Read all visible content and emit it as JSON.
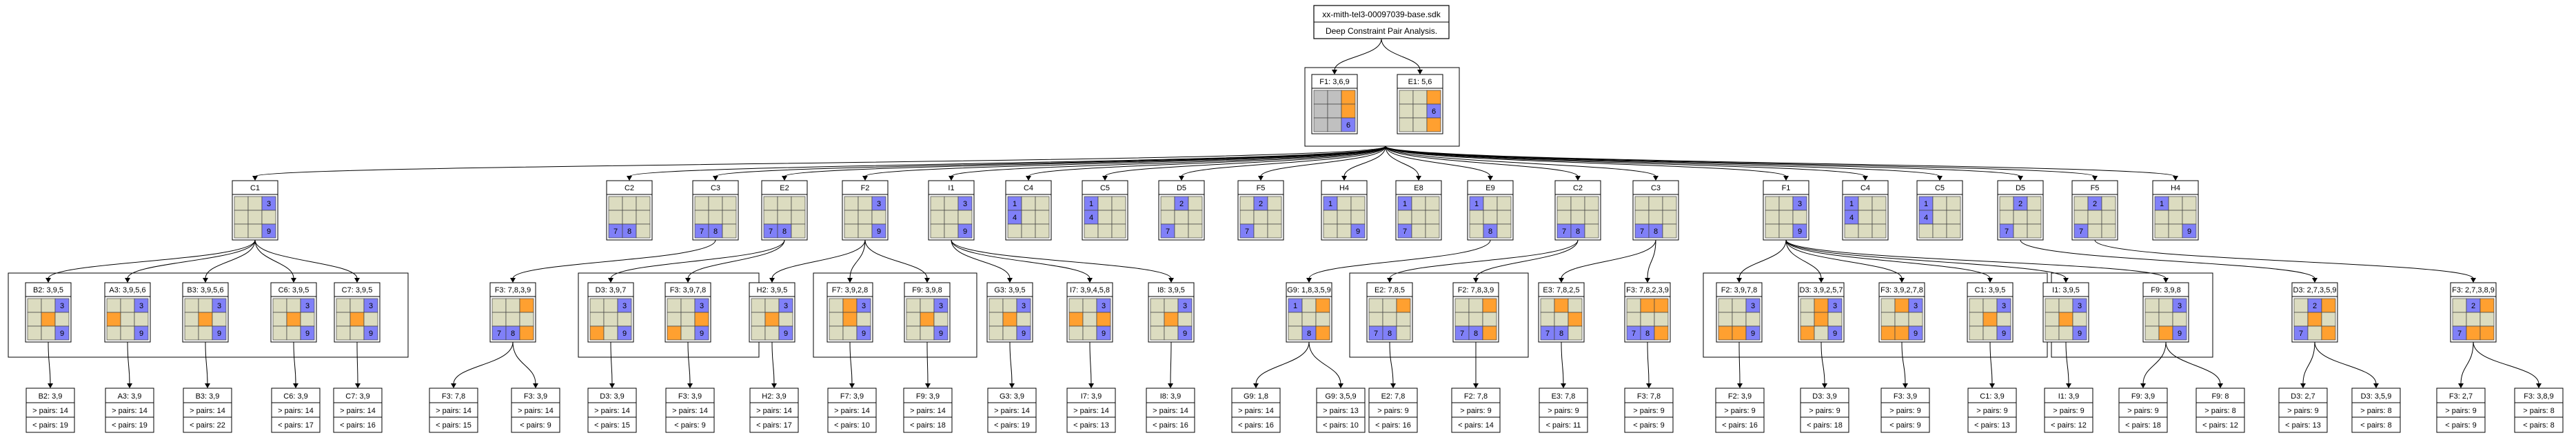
{
  "header": {
    "title": "xx-mith-tel3-00097039-base.sdk",
    "subtitle": "Deep Constraint Pair Analysis."
  },
  "colors": {
    "cell_blank": "#dcdcc0",
    "cell_blue": "#8080f8",
    "cell_orange": "#ffa030",
    "cell_gray": "#c0c0c0",
    "stroke": "#000000",
    "background": "#ffffff"
  },
  "root_grids": [
    {
      "id": "r1",
      "label": "F1: 3,6,9",
      "cells": [
        "g",
        "g",
        "o",
        "g",
        "g",
        "o",
        "g",
        "g",
        "b6"
      ]
    },
    {
      "id": "r2",
      "label": "E1: 5,6",
      "cells": [
        "n",
        "n",
        "o",
        "n",
        "n",
        "b6",
        "n",
        "n",
        "o"
      ]
    }
  ],
  "level1": [
    {
      "id": "a1",
      "label": "C1",
      "cells": [
        "n",
        "n",
        "b3",
        "n",
        "n",
        "n",
        "n",
        "n",
        "b9"
      ]
    },
    {
      "id": "a2",
      "label": "C2",
      "cells": [
        "n",
        "n",
        "n",
        "n",
        "n",
        "n",
        "b7",
        "b8",
        "n"
      ]
    },
    {
      "id": "a3",
      "label": "C3",
      "cells": [
        "n",
        "n",
        "n",
        "n",
        "n",
        "n",
        "b7",
        "b8",
        "n"
      ]
    },
    {
      "id": "a4",
      "label": "E2",
      "cells": [
        "n",
        "n",
        "n",
        "n",
        "n",
        "n",
        "b7",
        "b8",
        "n"
      ]
    },
    {
      "id": "a5",
      "label": "F2",
      "cells": [
        "n",
        "n",
        "b3",
        "n",
        "n",
        "n",
        "n",
        "n",
        "b9"
      ]
    },
    {
      "id": "a6",
      "label": "I1",
      "cells": [
        "n",
        "n",
        "b3",
        "n",
        "n",
        "n",
        "n",
        "n",
        "b9"
      ]
    },
    {
      "id": "a7",
      "label": "C4",
      "cells": [
        "b1",
        "n",
        "n",
        "b4",
        "n",
        "n",
        "n",
        "n",
        "n"
      ]
    },
    {
      "id": "a8",
      "label": "C5",
      "cells": [
        "b1",
        "n",
        "n",
        "b4",
        "n",
        "n",
        "n",
        "n",
        "n"
      ]
    },
    {
      "id": "a9",
      "label": "D5",
      "cells": [
        "n",
        "b2",
        "n",
        "n",
        "n",
        "n",
        "b7",
        "n",
        "n"
      ]
    },
    {
      "id": "a10",
      "label": "F5",
      "cells": [
        "n",
        "b2",
        "n",
        "n",
        "n",
        "n",
        "b7",
        "n",
        "n"
      ]
    },
    {
      "id": "a11",
      "label": "H4",
      "cells": [
        "b1",
        "n",
        "n",
        "n",
        "n",
        "n",
        "n",
        "n",
        "b9"
      ]
    },
    {
      "id": "a12",
      "label": "E8",
      "cells": [
        "b1",
        "n",
        "n",
        "n",
        "n",
        "n",
        "b7",
        "n",
        "n"
      ]
    },
    {
      "id": "a13",
      "label": "E9",
      "cells": [
        "b1",
        "n",
        "n",
        "n",
        "n",
        "n",
        "n",
        "b8",
        "n"
      ]
    },
    {
      "id": "a14",
      "label": "C2",
      "cells": [
        "n",
        "n",
        "n",
        "n",
        "n",
        "n",
        "b7",
        "b8",
        "n"
      ]
    },
    {
      "id": "a15",
      "label": "C3",
      "cells": [
        "n",
        "n",
        "n",
        "n",
        "n",
        "n",
        "b7",
        "b8",
        "n"
      ]
    },
    {
      "id": "a16",
      "label": "F1",
      "cells": [
        "n",
        "n",
        "b3",
        "n",
        "n",
        "n",
        "n",
        "n",
        "b9"
      ]
    },
    {
      "id": "a17",
      "label": "C4",
      "cells": [
        "b1",
        "n",
        "n",
        "b4",
        "n",
        "n",
        "n",
        "n",
        "n"
      ]
    },
    {
      "id": "a18",
      "label": "C5",
      "cells": [
        "b1",
        "n",
        "n",
        "b4",
        "n",
        "n",
        "n",
        "n",
        "n"
      ]
    },
    {
      "id": "a19",
      "label": "D5",
      "cells": [
        "n",
        "b2",
        "n",
        "n",
        "n",
        "n",
        "b7",
        "n",
        "n"
      ]
    },
    {
      "id": "a20",
      "label": "F5",
      "cells": [
        "n",
        "b2",
        "n",
        "n",
        "n",
        "n",
        "b7",
        "n",
        "n"
      ]
    },
    {
      "id": "a21",
      "label": "H4",
      "cells": [
        "b1",
        "n",
        "n",
        "n",
        "n",
        "n",
        "n",
        "n",
        "b9"
      ]
    }
  ],
  "level2": [
    {
      "id": "b1",
      "label": "B2: 3,9,5",
      "cells": [
        "n",
        "n",
        "b3",
        "n",
        "o",
        "n",
        "n",
        "n",
        "b9"
      ]
    },
    {
      "id": "b2",
      "label": "A3: 3,9,5,6",
      "cells": [
        "n",
        "n",
        "b3",
        "o",
        "n",
        "n",
        "n",
        "n",
        "b9"
      ]
    },
    {
      "id": "b3",
      "label": "B3: 3,9,5,6",
      "cells": [
        "n",
        "n",
        "b3",
        "n",
        "o",
        "n",
        "n",
        "n",
        "b9"
      ]
    },
    {
      "id": "b4",
      "label": "C6: 3,9,5",
      "cells": [
        "n",
        "n",
        "b3",
        "n",
        "o",
        "n",
        "n",
        "n",
        "b9"
      ]
    },
    {
      "id": "b5",
      "label": "C7: 3,9,5",
      "cells": [
        "n",
        "n",
        "b3",
        "n",
        "o",
        "n",
        "n",
        "n",
        "b9"
      ]
    },
    {
      "id": "b6",
      "label": "F3: 7,8,3,9",
      "cells": [
        "n",
        "n",
        "o",
        "n",
        "n",
        "n",
        "b7",
        "b8",
        "o"
      ]
    },
    {
      "id": "b7",
      "label": "D3: 3,9,7",
      "cells": [
        "n",
        "n",
        "b3",
        "n",
        "n",
        "n",
        "o",
        "n",
        "b9"
      ]
    },
    {
      "id": "b8",
      "label": "F3: 3,9,7,8",
      "cells": [
        "n",
        "n",
        "b3",
        "n",
        "n",
        "o",
        "o",
        "n",
        "b9"
      ]
    },
    {
      "id": "b9",
      "label": "H2: 3,9,5",
      "cells": [
        "n",
        "n",
        "b3",
        "n",
        "o",
        "n",
        "n",
        "n",
        "b9"
      ]
    },
    {
      "id": "b10",
      "label": "F7: 3,9,2,8",
      "cells": [
        "n",
        "o",
        "b3",
        "n",
        "o",
        "n",
        "n",
        "n",
        "b9"
      ]
    },
    {
      "id": "b11",
      "label": "F9: 3,9,8",
      "cells": [
        "n",
        "n",
        "b3",
        "n",
        "o",
        "n",
        "n",
        "n",
        "b9"
      ]
    },
    {
      "id": "b12",
      "label": "G3: 3,9,5",
      "cells": [
        "n",
        "n",
        "b3",
        "n",
        "o",
        "n",
        "n",
        "n",
        "b9"
      ]
    },
    {
      "id": "b13",
      "label": "I7: 3,9,4,5,8",
      "cells": [
        "n",
        "n",
        "b3",
        "o",
        "n",
        "o",
        "n",
        "n",
        "b9"
      ]
    },
    {
      "id": "b14",
      "label": "I8: 3,9,5",
      "cells": [
        "n",
        "n",
        "b3",
        "n",
        "o",
        "n",
        "n",
        "n",
        "b9"
      ]
    },
    {
      "id": "b15",
      "label": "G9: 1,8,3,5,9",
      "cells": [
        "b1",
        "n",
        "o",
        "n",
        "n",
        "n",
        "n",
        "b8",
        "o"
      ]
    },
    {
      "id": "b16",
      "label": "E2: 7,8,5",
      "cells": [
        "n",
        "n",
        "o",
        "n",
        "n",
        "n",
        "b7",
        "b8",
        "n"
      ]
    },
    {
      "id": "b17",
      "label": "F2: 7,8,3,9",
      "cells": [
        "n",
        "n",
        "o",
        "n",
        "n",
        "n",
        "b7",
        "b8",
        "o"
      ]
    },
    {
      "id": "b18",
      "label": "E3: 7,8,2,5",
      "cells": [
        "n",
        "o",
        "n",
        "n",
        "n",
        "o",
        "b7",
        "b8",
        "n"
      ]
    },
    {
      "id": "b19",
      "label": "F3: 7,8,2,3,9",
      "cells": [
        "n",
        "o",
        "o",
        "n",
        "n",
        "n",
        "b7",
        "b8",
        "o"
      ]
    },
    {
      "id": "b20",
      "label": "F2: 3,9,7,8",
      "cells": [
        "n",
        "n",
        "b3",
        "n",
        "n",
        "n",
        "o",
        "o",
        "b9"
      ]
    },
    {
      "id": "b21",
      "label": "D3: 3,9,2,5,7",
      "cells": [
        "n",
        "o",
        "b3",
        "n",
        "o",
        "n",
        "o",
        "n",
        "b9"
      ]
    },
    {
      "id": "b22",
      "label": "F3: 3,9,2,7,8",
      "cells": [
        "n",
        "o",
        "b3",
        "n",
        "n",
        "n",
        "o",
        "o",
        "b9"
      ]
    },
    {
      "id": "b23",
      "label": "C1: 3,9,5",
      "cells": [
        "n",
        "n",
        "b3",
        "n",
        "o",
        "n",
        "n",
        "n",
        "b9"
      ]
    },
    {
      "id": "b24",
      "label": "I1: 3,9,5",
      "cells": [
        "n",
        "n",
        "b3",
        "n",
        "o",
        "n",
        "n",
        "n",
        "b9"
      ]
    },
    {
      "id": "b25",
      "label": "F9: 3,9,8",
      "cells": [
        "n",
        "n",
        "b3",
        "n",
        "n",
        "n",
        "n",
        "o",
        "b9"
      ]
    },
    {
      "id": "b26",
      "label": "D3: 2,7,3,5,9",
      "cells": [
        "n",
        "b2",
        "o",
        "n",
        "o",
        "n",
        "b7",
        "n",
        "o"
      ]
    },
    {
      "id": "b27",
      "label": "F3: 2,7,3,8,9",
      "cells": [
        "n",
        "b2",
        "o",
        "n",
        "n",
        "n",
        "b7",
        "o",
        "o"
      ]
    }
  ],
  "leaves": [
    {
      "id": "c1",
      "parent": "b1",
      "label": "B2: 3,9",
      "gt": "> pairs: 14",
      "lt": "< pairs: 19"
    },
    {
      "id": "c2",
      "parent": "b2",
      "label": "A3: 3,9",
      "gt": "> pairs: 14",
      "lt": "< pairs: 19"
    },
    {
      "id": "c3",
      "parent": "b3",
      "label": "B3: 3,9",
      "gt": "> pairs: 14",
      "lt": "< pairs: 22"
    },
    {
      "id": "c4",
      "parent": "b4",
      "label": "C6: 3,9",
      "gt": "> pairs: 14",
      "lt": "< pairs: 17"
    },
    {
      "id": "c5",
      "parent": "b5",
      "label": "C7: 3,9",
      "gt": "> pairs: 14",
      "lt": "< pairs: 16"
    },
    {
      "id": "c6",
      "parent": "b6",
      "label": "F3: 7,8",
      "gt": "> pairs: 14",
      "lt": "< pairs: 15"
    },
    {
      "id": "c7",
      "parent": "b6",
      "label": "F3: 3,9",
      "gt": "> pairs: 14",
      "lt": "< pairs: 9"
    },
    {
      "id": "c8",
      "parent": "b7",
      "label": "D3: 3,9",
      "gt": "> pairs: 14",
      "lt": "< pairs: 15"
    },
    {
      "id": "c9",
      "parent": "b8",
      "label": "F3: 3,9",
      "gt": "> pairs: 14",
      "lt": "< pairs: 9"
    },
    {
      "id": "c10",
      "parent": "b9",
      "label": "H2: 3,9",
      "gt": "> pairs: 14",
      "lt": "< pairs: 17"
    },
    {
      "id": "c11",
      "parent": "b10",
      "label": "F7: 3,9",
      "gt": "> pairs: 14",
      "lt": "< pairs: 10"
    },
    {
      "id": "c12",
      "parent": "b11",
      "label": "F9: 3,9",
      "gt": "> pairs: 14",
      "lt": "< pairs: 18"
    },
    {
      "id": "c13",
      "parent": "b12",
      "label": "G3: 3,9",
      "gt": "> pairs: 14",
      "lt": "< pairs: 19"
    },
    {
      "id": "c14",
      "parent": "b13",
      "label": "I7: 3,9",
      "gt": "> pairs: 14",
      "lt": "< pairs: 13"
    },
    {
      "id": "c15",
      "parent": "b14",
      "label": "I8: 3,9",
      "gt": "> pairs: 14",
      "lt": "< pairs: 16"
    },
    {
      "id": "c16",
      "parent": "b15",
      "label": "G9: 1,8",
      "gt": "> pairs: 14",
      "lt": "< pairs: 16"
    },
    {
      "id": "c17",
      "parent": "b15",
      "label": "G9: 3,5,9",
      "gt": "> pairs: 13",
      "lt": "< pairs: 10"
    },
    {
      "id": "c18",
      "parent": "b16",
      "label": "E2: 7,8",
      "gt": "> pairs: 9",
      "lt": "< pairs: 16"
    },
    {
      "id": "c19",
      "parent": "b17",
      "label": "F2: 7,8",
      "gt": "> pairs: 9",
      "lt": "< pairs: 14"
    },
    {
      "id": "c20",
      "parent": "b18",
      "label": "E3: 7,8",
      "gt": "> pairs: 9",
      "lt": "< pairs: 11"
    },
    {
      "id": "c21",
      "parent": "b19",
      "label": "F3: 7,8",
      "gt": "> pairs: 9",
      "lt": "< pairs: 9"
    },
    {
      "id": "c22",
      "parent": "b20",
      "label": "F2: 3,9",
      "gt": "> pairs: 9",
      "lt": "< pairs: 16"
    },
    {
      "id": "c23",
      "parent": "b21",
      "label": "D3: 3,9",
      "gt": "> pairs: 9",
      "lt": "< pairs: 18"
    },
    {
      "id": "c24",
      "parent": "b22",
      "label": "F3: 3,9",
      "gt": "> pairs: 9",
      "lt": "< pairs: 9"
    },
    {
      "id": "c25",
      "parent": "b23",
      "label": "C1: 3,9",
      "gt": "> pairs: 9",
      "lt": "< pairs: 13"
    },
    {
      "id": "c26",
      "parent": "b24",
      "label": "I1: 3,9",
      "gt": "> pairs: 9",
      "lt": "< pairs: 12"
    },
    {
      "id": "c27",
      "parent": "b25",
      "label": "F9: 3,9",
      "gt": "> pairs: 9",
      "lt": "< pairs: 18"
    },
    {
      "id": "c28",
      "parent": "b25",
      "label": "F9: 8",
      "gt": "> pairs: 8",
      "lt": "< pairs: 12"
    },
    {
      "id": "c29",
      "parent": "b26",
      "label": "D3: 2,7",
      "gt": "> pairs: 9",
      "lt": "< pairs: 13"
    },
    {
      "id": "c30",
      "parent": "b26",
      "label": "D3: 3,5,9",
      "gt": "> pairs: 8",
      "lt": "< pairs: 8"
    },
    {
      "id": "c31",
      "parent": "b27",
      "label": "F3: 2,7",
      "gt": "> pairs: 9",
      "lt": "< pairs: 9"
    },
    {
      "id": "c32",
      "parent": "b27",
      "label": "F3: 3,8,9",
      "gt": "> pairs: 8",
      "lt": "< pairs: 8"
    }
  ]
}
